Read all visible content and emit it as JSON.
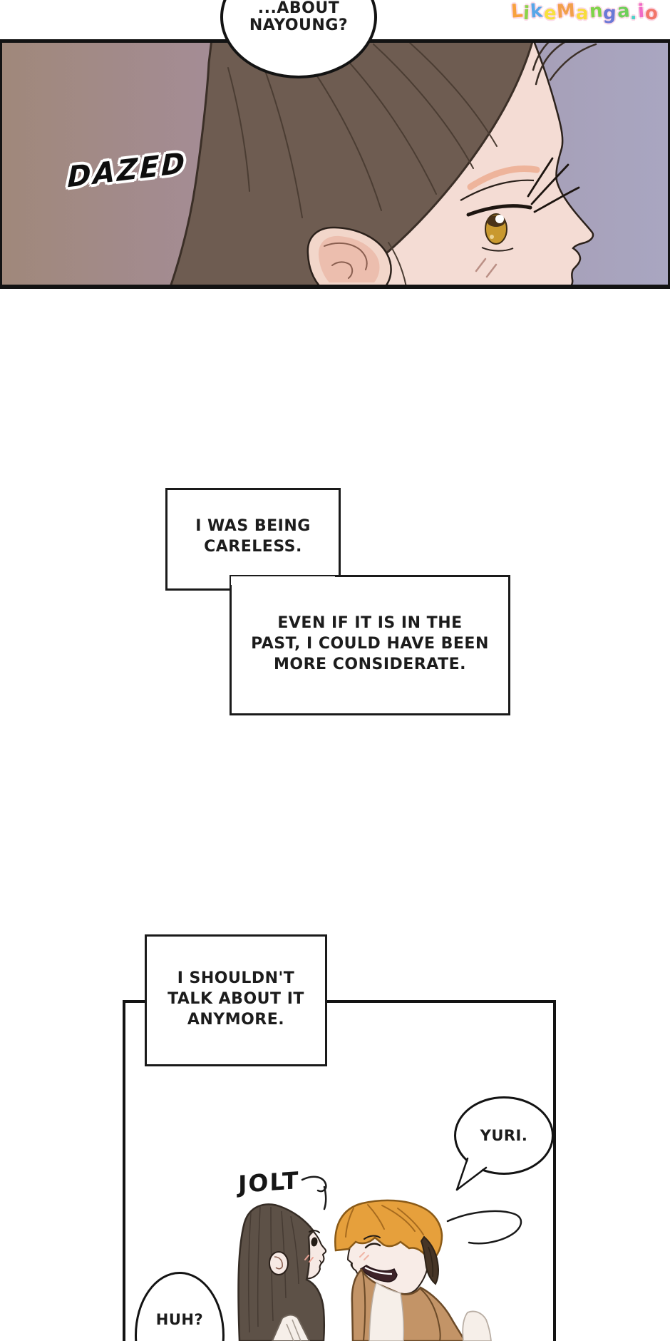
{
  "watermark": {
    "text": "LikeManga.io",
    "outline_color": "#fbd9e6",
    "letters": [
      {
        "ch": "L",
        "color": "#f7a13d"
      },
      {
        "ch": "i",
        "color": "#8bd44a"
      },
      {
        "ch": "k",
        "color": "#57a7e8"
      },
      {
        "ch": "e",
        "color": "#f7e13d"
      },
      {
        "ch": "M",
        "color": "#f2a04b"
      },
      {
        "ch": "a",
        "color": "#f7dc3d"
      },
      {
        "ch": "n",
        "color": "#7ed44a"
      },
      {
        "ch": "g",
        "color": "#6b79d6"
      },
      {
        "ch": "a",
        "color": "#6fcf5a"
      },
      {
        "ch": ".",
        "color": "#4ad4c7"
      },
      {
        "ch": "i",
        "color": "#f06bc8"
      },
      {
        "ch": "o",
        "color": "#f2766b"
      }
    ]
  },
  "top_panel": {
    "speech_bubble": {
      "lines": [
        "...ABOUT",
        "NAYOUNG?"
      ]
    },
    "sfx_dazed": "DAZED",
    "colors": {
      "bg_left": "#a0887a",
      "bg_mid": "#a58d9b",
      "bg_right": "#a9a6c1",
      "hair": "#6e5c51",
      "hair_line": "#4b3d33",
      "skin": "#f4dcd4",
      "ear_inner": "#eab5a4",
      "eyebrow": "#eeb49b",
      "iris": "#c9992f",
      "blush": "#ba8f85",
      "border": "#131313"
    }
  },
  "narration_boxes": [
    {
      "lines": [
        "I WAS BEING",
        "CARELESS."
      ]
    },
    {
      "lines": [
        "EVEN IF IT IS IN THE",
        "PAST, I COULD HAVE BEEN",
        "MORE CONSIDERATE."
      ]
    },
    {
      "lines": [
        "I SHOULDN'T",
        "TALK ABOUT IT",
        "ANYMORE."
      ]
    }
  ],
  "bottom_panel": {
    "sfx_jolt": "JOLT",
    "yuri_bubble_text": "YURI.",
    "huh_bubble_text": "HUH?",
    "colors": {
      "girl_hair": "#5d5147",
      "girl_skin": "#f6e9e4",
      "boy_hair": "#e6a03c",
      "boy_hair_line": "#a76b1e",
      "boy_skin": "#f8ece7",
      "vest": "#c39467",
      "vest_line": "#6b4a28",
      "shirt": "#f6efe9",
      "border": "#131313"
    }
  }
}
